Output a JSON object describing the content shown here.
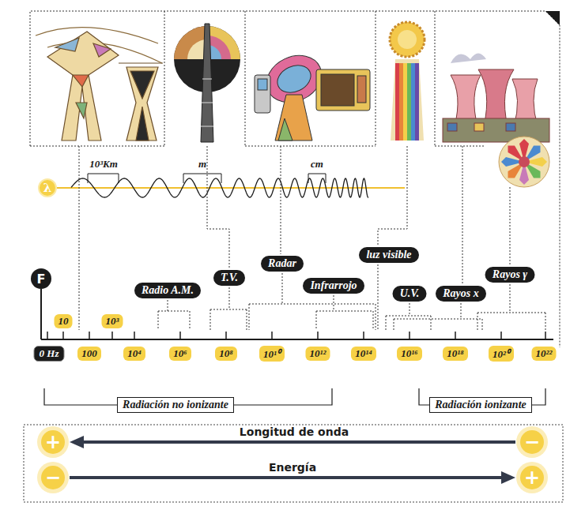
{
  "diagram": {
    "nodes": [
      {
        "text": [
          "λ"
        ]
      },
      {
        "text": [
          "luz visible"
        ]
      },
      {
        "text": [
          "Radar"
        ]
      },
      {
        "text": [
          "Rayos γ"
        ]
      },
      {
        "text": [
          "T.V."
        ]
      },
      {
        "text": [
          "F"
        ]
      },
      {
        "text": [
          "Infrarrojo"
        ]
      },
      {
        "text": [
          "Radio A.M."
        ]
      },
      {
        "text": [
          "U.V."
        ]
      },
      {
        "text": [
          "Rayos x"
        ]
      },
      {
        "text": [
          "10"
        ]
      },
      {
        "text": [
          "10³"
        ]
      },
      {
        "text": [
          "0 Hz"
        ]
      },
      {
        "text": [
          "100"
        ]
      },
      {
        "text": [
          "10⁴"
        ]
      },
      {
        "text": [
          "10⁶"
        ]
      },
      {
        "text": [
          "10⁸"
        ]
      },
      {
        "text": [
          "10¹⁰"
        ]
      },
      {
        "text": [
          "10¹²"
        ]
      },
      {
        "text": [
          "10¹⁴"
        ]
      },
      {
        "text": [
          "10¹⁶"
        ]
      },
      {
        "text": [
          "10¹⁸"
        ]
      },
      {
        "text": [
          "10²⁰"
        ]
      },
      {
        "text": [
          "10²²"
        ]
      },
      {
        "text": [
          "Radiación no ionizante"
        ]
      },
      {
        "text": [
          "Radiación ionizante"
        ]
      },
      {
        "text": [
          "+"
        ]
      },
      {
        "text": [
          "−"
        ]
      },
      {
        "text": [
          "−"
        ]
      },
      {
        "text": [
          "+"
        ]
      }
    ],
    "labels": [
      "10³Km",
      "m",
      "cm",
      "Longitud de onda",
      "Energía"
    ]
  }
}
